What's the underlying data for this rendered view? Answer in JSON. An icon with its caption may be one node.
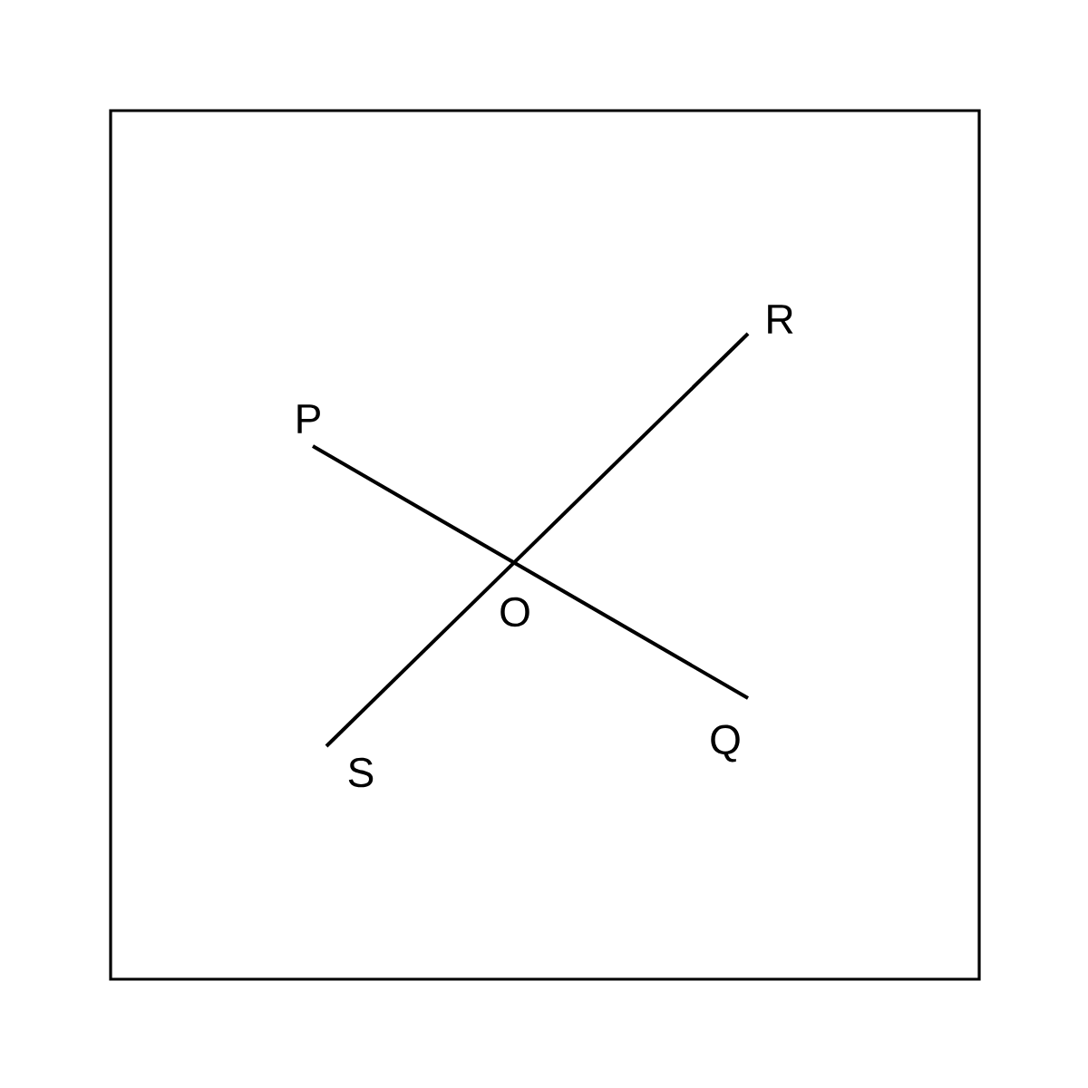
{
  "diagram": {
    "nodes": [
      {
        "text": [],
        "shape": "box"
      },
      {
        "text": [
          "R"
        ],
        "in": 0
      },
      {
        "text": [
          "P"
        ],
        "in": 0
      },
      {
        "text": [
          "Q"
        ],
        "in": 0
      },
      {
        "text": [
          "S"
        ],
        "in": 0
      }
    ],
    "edges": [
      {
        "from": 2,
        "to": 3,
        "arrow": "none"
      },
      {
        "from": 1,
        "to": 4,
        "arrow": "none"
      }
    ],
    "labels": [
      "O"
    ]
  }
}
